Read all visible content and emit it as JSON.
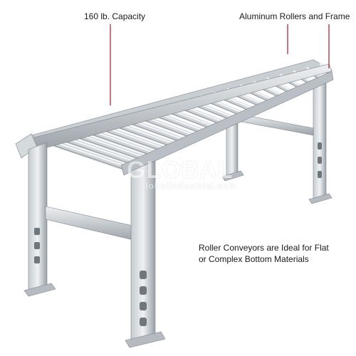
{
  "captions": {
    "capacity": "160 lb. Capacity",
    "rollers_frame": "Aluminum Rollers and Frame",
    "ideal_line1": "Roller Conveyors are Ideal for Flat",
    "ideal_line2": "or Complex Bottom Materials"
  },
  "watermark": {
    "brand": "GLOBAL",
    "site": "globalindustrial.com"
  },
  "colors": {
    "leader_line": "#b0152a",
    "metal_light": "#e3e7ea",
    "metal_mid": "#c2c8cd",
    "metal_dark": "#8e959b"
  }
}
